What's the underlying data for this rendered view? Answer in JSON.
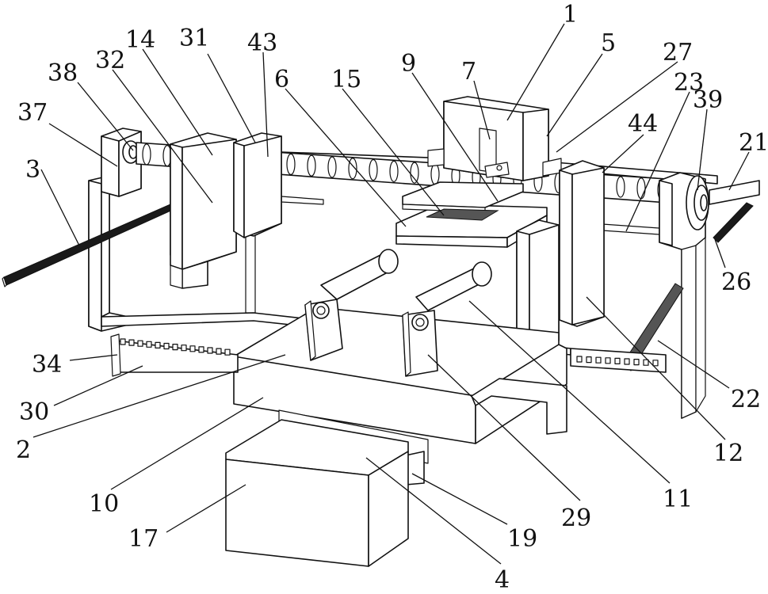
{
  "callouts": [
    {
      "id": "1",
      "text": "1"
    },
    {
      "id": "2",
      "text": "2"
    },
    {
      "id": "3",
      "text": "3"
    },
    {
      "id": "4",
      "text": "4"
    },
    {
      "id": "5",
      "text": "5"
    },
    {
      "id": "6",
      "text": "6"
    },
    {
      "id": "7",
      "text": "7"
    },
    {
      "id": "9",
      "text": "9"
    },
    {
      "id": "10",
      "text": "10"
    },
    {
      "id": "11",
      "text": "11"
    },
    {
      "id": "12",
      "text": "12"
    },
    {
      "id": "14",
      "text": "14"
    },
    {
      "id": "15",
      "text": "15"
    },
    {
      "id": "17",
      "text": "17"
    },
    {
      "id": "19",
      "text": "19"
    },
    {
      "id": "21",
      "text": "21"
    },
    {
      "id": "22",
      "text": "22"
    },
    {
      "id": "23",
      "text": "23"
    },
    {
      "id": "26",
      "text": "26"
    },
    {
      "id": "27",
      "text": "27"
    },
    {
      "id": "29",
      "text": "29"
    },
    {
      "id": "30",
      "text": "30"
    },
    {
      "id": "31",
      "text": "31"
    },
    {
      "id": "32",
      "text": "32"
    },
    {
      "id": "34",
      "text": "34"
    },
    {
      "id": "37",
      "text": "37"
    },
    {
      "id": "38",
      "text": "38"
    },
    {
      "id": "39",
      "text": "39"
    },
    {
      "id": "43",
      "text": "43"
    },
    {
      "id": "44",
      "text": "44"
    }
  ]
}
